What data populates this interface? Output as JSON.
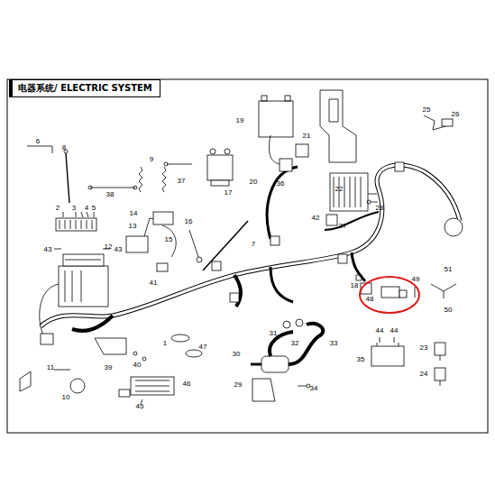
{
  "diagram": {
    "title": "电器系统/ ELECTRIC SYSTEM",
    "labels": [
      "1",
      "2",
      "3",
      "4",
      "5",
      "6",
      "7",
      "8",
      "9",
      "10",
      "11",
      "12",
      "13",
      "14",
      "15",
      "16",
      "17",
      "18",
      "19",
      "20",
      "21",
      "22",
      "23",
      "24",
      "25",
      "26",
      "27",
      "28",
      "29",
      "30",
      "31",
      "32",
      "33",
      "34",
      "35",
      "36",
      "37",
      "38",
      "39",
      "40",
      "41",
      "42",
      "43",
      "43",
      "44",
      "44",
      "45",
      "46",
      "47",
      "48",
      "49",
      "50",
      "51"
    ]
  }
}
